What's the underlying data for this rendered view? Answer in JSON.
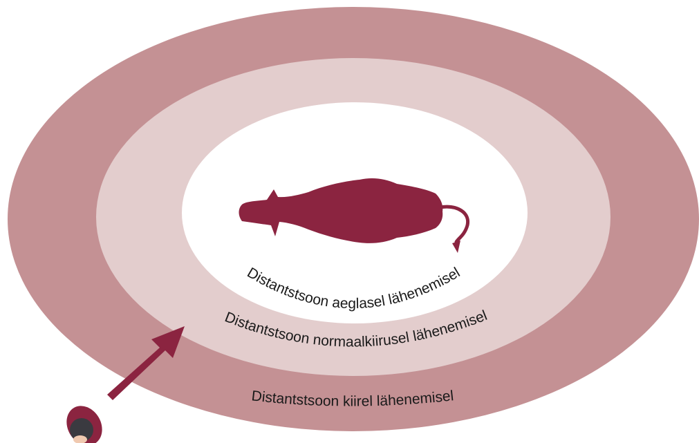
{
  "diagram": {
    "zones": [
      {
        "id": "fast",
        "label": "Distantstsoon kiirel lähenemisel",
        "color": "#c49194"
      },
      {
        "id": "normal",
        "label": "Distantstsoon normaalkiirusel lähenemisel",
        "color": "#e3cdcd"
      },
      {
        "id": "slow",
        "label": "Distantstsoon aeglasel lähenemisel",
        "color": "#ffffff"
      }
    ],
    "colors": {
      "cow": "#8b2440",
      "arrow": "#8b2440",
      "person_body": "#8b2440",
      "person_head": "#3a3a40"
    },
    "icons": {
      "animal": "cow-silhouette-icon",
      "approach": "approach-arrow-icon",
      "handler": "person-top-view-icon"
    }
  }
}
